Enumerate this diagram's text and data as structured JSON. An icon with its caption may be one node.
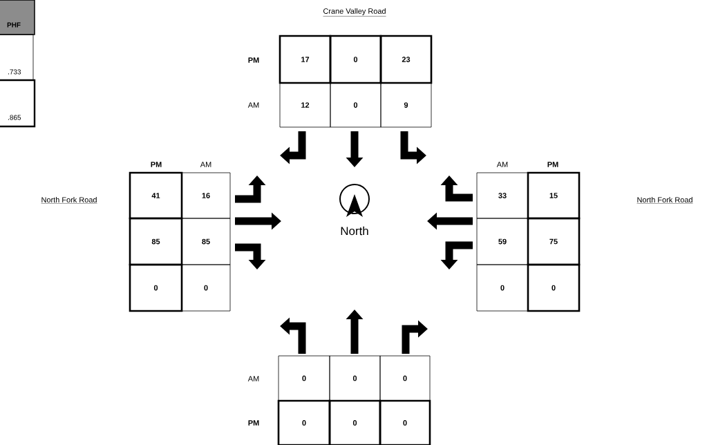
{
  "diagram": {
    "labels": [
      "PHF",
      ".733",
      ".865",
      "Crane Valley Road",
      "PM",
      "17",
      "0",
      "23",
      "AM",
      "12",
      "0",
      "9",
      "PM",
      "AM",
      "AM",
      "PM",
      "41",
      "16",
      "33",
      "15",
      "North Fork Road",
      "85",
      "85",
      "North",
      "59",
      "75",
      "North Fork Road",
      "0",
      "0",
      "0",
      "0",
      "AM",
      "0",
      "0",
      "0",
      "PM",
      "0",
      "0",
      "0"
    ]
  }
}
